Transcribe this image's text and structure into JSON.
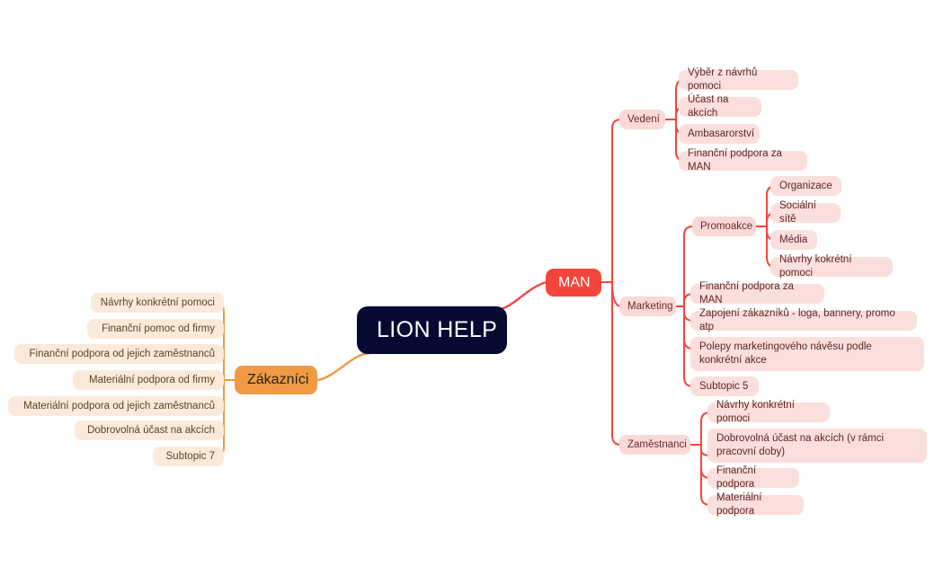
{
  "diagram": {
    "type": "mind-map",
    "title": "LION HELP",
    "colors": {
      "root_bg": "#060A33",
      "root_text": "#FFFFFF",
      "red_branch_bg": "#F4453C",
      "red_branch_text": "#FFFFFF",
      "red_sub_bg": "#FAD9D6",
      "red_leaf_bg": "#FBDFDC",
      "red_text": "#5F2421",
      "orange_branch_bg": "#F09A44",
      "orange_branch_text": "#2B2118",
      "orange_leaf_bg": "#FBEADA",
      "orange_text": "#5C4226",
      "red_link": "#F4453C",
      "orange_link": "#F09A44",
      "canvas_bg": "#FFFFFF"
    }
  },
  "root": {
    "label": "LION HELP"
  },
  "branches": {
    "man": {
      "label": "MAN",
      "children": [
        {
          "label": "Vedení",
          "children": [
            {
              "label": "Výběr z návrhů pomoci"
            },
            {
              "label": "Účast na akcích"
            },
            {
              "label": "Ambasarorství"
            },
            {
              "label": "Finanční podpora za MAN"
            }
          ]
        },
        {
          "label": "Marketing",
          "children": [
            {
              "label": "Promoakce",
              "children": [
                {
                  "label": "Organizace"
                },
                {
                  "label": "Sociální sítě"
                },
                {
                  "label": "Média"
                },
                {
                  "label": "Návrhy kokrétní pomoci"
                }
              ]
            },
            {
              "label": "Finanční podpora za MAN"
            },
            {
              "label": "Zapojení zákazníků - loga, bannery, promo atp"
            },
            {
              "label": "Polepy marketingového návěsu podle konkrétní akce"
            },
            {
              "label": "Subtopic 5"
            }
          ]
        },
        {
          "label": "Zaměstnanci",
          "children": [
            {
              "label": "Návrhy konkrétní pomoci"
            },
            {
              "label": "Dobrovolná účast na akcích (v rámci pracovní doby)"
            },
            {
              "label": "Finanční podpora"
            },
            {
              "label": "Materiální podpora"
            }
          ]
        }
      ]
    },
    "zakaznici": {
      "label": "Zákazníci",
      "children": [
        {
          "label": "Návrhy konkrétní pomoci"
        },
        {
          "label": "Finanční pomoc od firmy"
        },
        {
          "label": "Finanční podpora od jejich zaměstnanců"
        },
        {
          "label": "Materiální podpora od firmy"
        },
        {
          "label": "Materiální podpora od jejich zaměstnanců"
        },
        {
          "label": "Dobrovolná účast na akcích"
        },
        {
          "label": "Subtopic 7"
        }
      ]
    }
  }
}
